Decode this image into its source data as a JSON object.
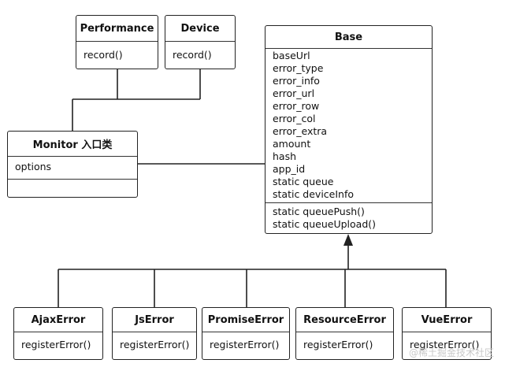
{
  "diagram": {
    "classes": {
      "performance": {
        "name": "Performance",
        "members": [
          "record()"
        ]
      },
      "device": {
        "name": "Device",
        "members": [
          "record()"
        ]
      },
      "monitor": {
        "name": "Monitor 入口类",
        "members": [
          "options"
        ]
      },
      "base": {
        "name": "Base",
        "attributes": [
          "baseUrl",
          "error_type",
          "error_info",
          "error_url",
          "error_row",
          "error_col",
          "error_extra",
          "amount",
          "hash",
          "app_id",
          "static queue",
          "static deviceInfo"
        ],
        "methods": [
          "static queuePush()",
          "static queueUpload()"
        ]
      },
      "ajax_error": {
        "name": "AjaxError",
        "members": [
          "registerError()"
        ]
      },
      "js_error": {
        "name": "JsError",
        "members": [
          "registerError()"
        ]
      },
      "promise_error": {
        "name": "PromiseError",
        "members": [
          "registerError()"
        ]
      },
      "resource_error": {
        "name": "ResourceError",
        "members": [
          "registerError()"
        ]
      },
      "vue_error": {
        "name": "VueError",
        "members": [
          "registerError()"
        ]
      }
    },
    "watermark": "@稀土掘金技术社区"
  }
}
